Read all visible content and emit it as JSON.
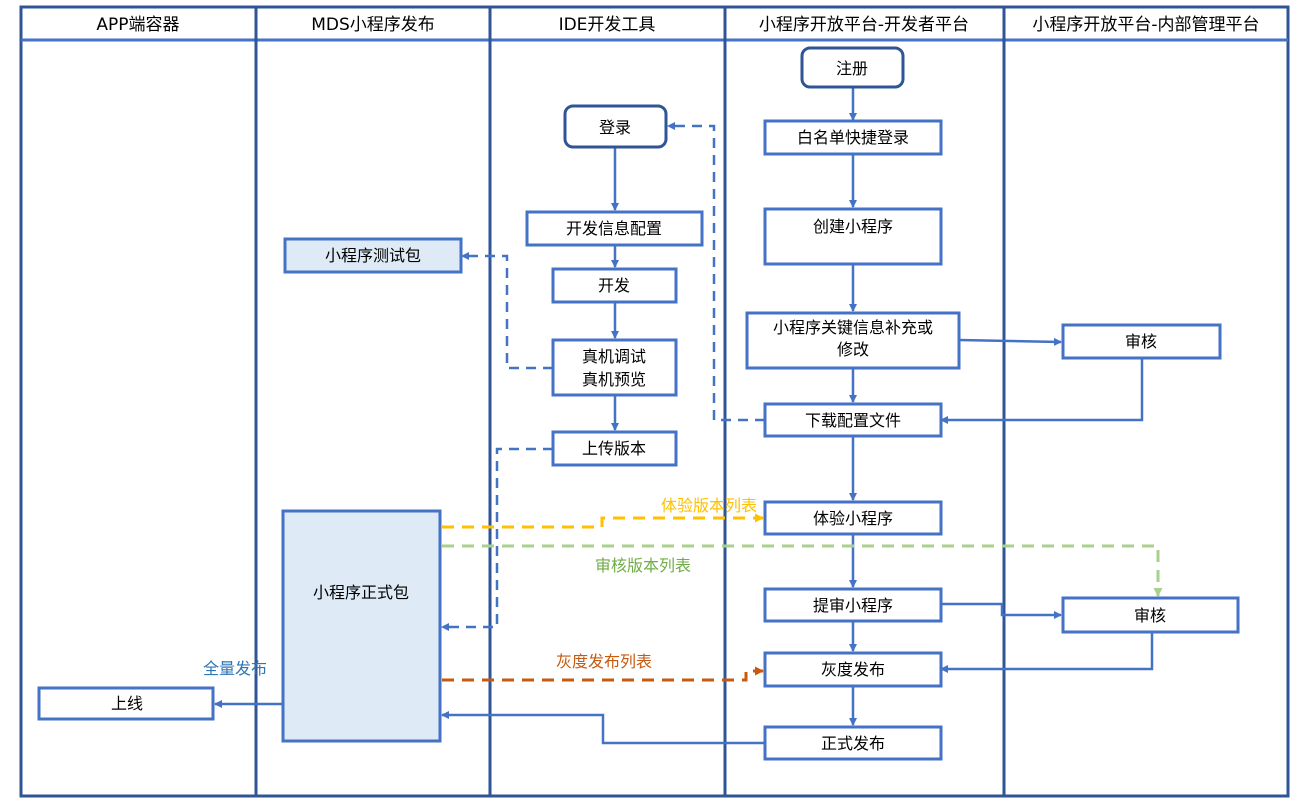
{
  "lanes": [
    {
      "id": "app",
      "title": "APP端容器"
    },
    {
      "id": "mds",
      "title": "MDS小程序发布"
    },
    {
      "id": "ide",
      "title": "IDE开发工具"
    },
    {
      "id": "dev",
      "title": "小程序开放平台-开发者平台"
    },
    {
      "id": "admin",
      "title": "小程序开放平台-内部管理平台"
    }
  ],
  "nodes": {
    "register": {
      "lines": [
        "注册"
      ],
      "shape": "rounded"
    },
    "whitelist_login": {
      "lines": [
        "白名单快捷登录"
      ]
    },
    "create_mp": {
      "lines": [
        "创建小程序"
      ]
    },
    "supplement_info": {
      "lines": [
        "小程序关键信息补充或",
        "修改"
      ]
    },
    "review_1": {
      "lines": [
        "审核"
      ]
    },
    "download_config": {
      "lines": [
        "下载配置文件"
      ]
    },
    "login": {
      "lines": [
        "登录"
      ],
      "shape": "rounded"
    },
    "dev_info_config": {
      "lines": [
        "开发信息配置"
      ]
    },
    "develop": {
      "lines": [
        "开发"
      ]
    },
    "debug_preview": {
      "lines": [
        "真机调试",
        "真机预览"
      ]
    },
    "upload_version": {
      "lines": [
        "上传版本"
      ]
    },
    "test_package": {
      "lines": [
        "小程序测试包"
      ],
      "fill": "highlight"
    },
    "formal_package": {
      "lines": [
        "小程序正式包"
      ],
      "fill": "highlight"
    },
    "trial_mp": {
      "lines": [
        "体验小程序"
      ]
    },
    "submit_review": {
      "lines": [
        "提审小程序"
      ]
    },
    "review_2": {
      "lines": [
        "审核"
      ]
    },
    "gray_release": {
      "lines": [
        "灰度发布"
      ]
    },
    "official_release": {
      "lines": [
        "正式发布"
      ]
    },
    "online": {
      "lines": [
        "上线"
      ]
    }
  },
  "edge_labels": {
    "trial_list": {
      "text": "体验版本列表",
      "color": "#FFC000"
    },
    "review_list": {
      "text": "审核版本列表",
      "color": "#70AD47"
    },
    "gray_list": {
      "text": "灰度发布列表",
      "color": "#C55A11"
    },
    "full_release": {
      "text": "全量发布",
      "color": "#2E75B6"
    }
  },
  "colors": {
    "lane_border": "#2F5597",
    "node_border": "#4472C4",
    "node_highlight_fill": "#DEEBF7",
    "edge": "#4472C4",
    "trial_edge": "#FFC000",
    "review_edge": "#A9D18E",
    "gray_edge": "#C55A11"
  }
}
